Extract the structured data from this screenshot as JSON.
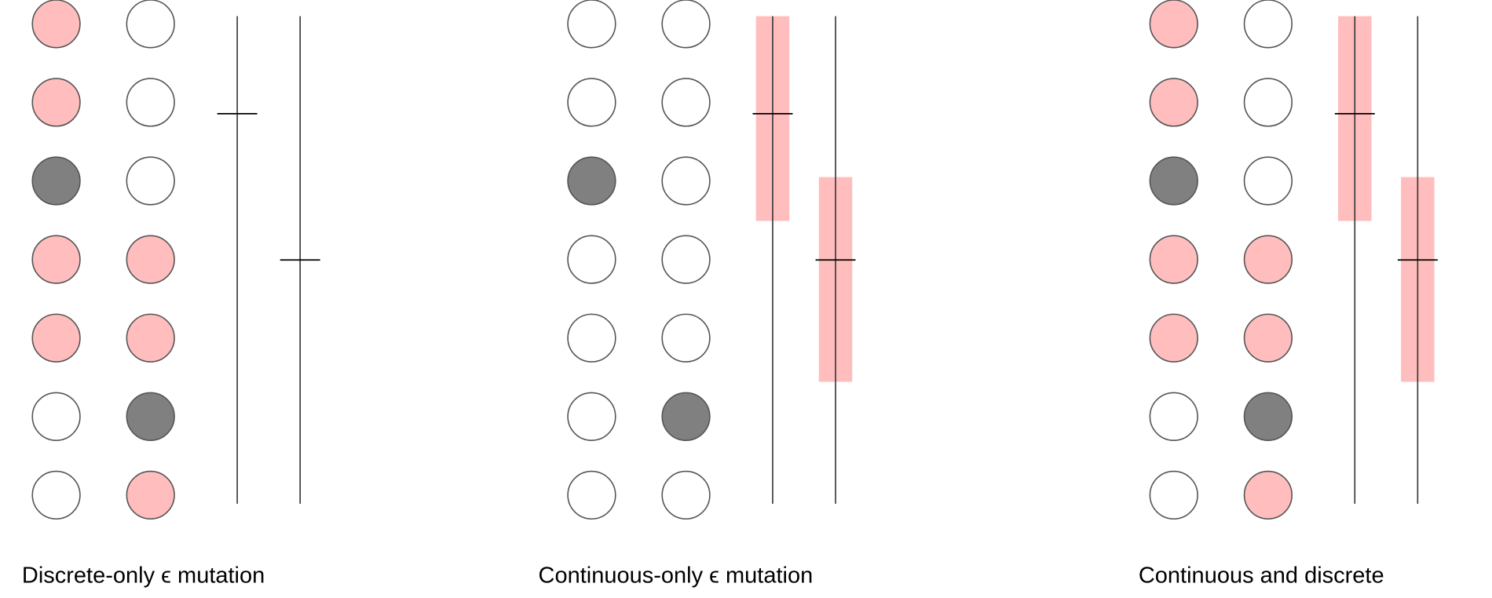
{
  "colors": {
    "highlight": "#ffbdbd",
    "chosen": "#808080",
    "empty": "#ffffff",
    "stroke": "#555555",
    "axis": "#333333"
  },
  "panels": [
    {
      "caption": "Discrete-only ϵ mutation",
      "columns": [
        [
          "highlight",
          "highlight",
          "chosen",
          "highlight",
          "highlight",
          "empty",
          "empty"
        ],
        [
          "empty",
          "empty",
          "empty",
          "highlight",
          "highlight",
          "chosen",
          "highlight"
        ]
      ],
      "sliders": [
        {
          "value": 0.8,
          "band": null
        },
        {
          "value": 0.5,
          "band": null
        }
      ]
    },
    {
      "caption": "Continuous-only ϵ mutation",
      "columns": [
        [
          "empty",
          "empty",
          "chosen",
          "empty",
          "empty",
          "empty",
          "empty"
        ],
        [
          "empty",
          "empty",
          "empty",
          "empty",
          "empty",
          "chosen",
          "empty"
        ]
      ],
      "sliders": [
        {
          "value": 0.8,
          "band": [
            0.58,
            1.0
          ]
        },
        {
          "value": 0.5,
          "band": [
            0.25,
            0.67
          ]
        }
      ]
    },
    {
      "caption": "Continuous and discrete",
      "columns": [
        [
          "highlight",
          "highlight",
          "chosen",
          "highlight",
          "highlight",
          "empty",
          "empty"
        ],
        [
          "empty",
          "empty",
          "empty",
          "highlight",
          "highlight",
          "chosen",
          "highlight"
        ]
      ],
      "sliders": [
        {
          "value": 0.8,
          "band": [
            0.58,
            1.0
          ]
        },
        {
          "value": 0.5,
          "band": [
            0.25,
            0.67
          ]
        }
      ]
    }
  ]
}
